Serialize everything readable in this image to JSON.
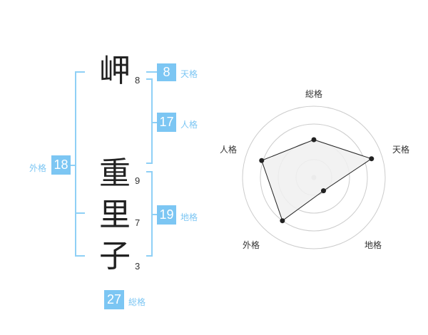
{
  "name": {
    "chars": [
      {
        "char": "岬",
        "strokes": "8"
      },
      {
        "char": "重",
        "strokes": "9"
      },
      {
        "char": "里",
        "strokes": "7"
      },
      {
        "char": "子",
        "strokes": "3"
      }
    ]
  },
  "fortune": {
    "tenkaku": {
      "value": "8",
      "label": "天格"
    },
    "jinkaku": {
      "value": "17",
      "label": "人格"
    },
    "chikaku": {
      "value": "19",
      "label": "地格"
    },
    "gaikaku": {
      "value": "18",
      "label": "外格"
    },
    "soukaku": {
      "value": "27",
      "label": "総格"
    }
  },
  "radar": {
    "axes": [
      "総格",
      "天格",
      "地格",
      "外格",
      "人格"
    ],
    "values": [
      0.53,
      0.85,
      0.23,
      0.75,
      0.77
    ],
    "rings": 4,
    "fill_color": "#f0f0f0",
    "stroke_color": "#222222",
    "grid_color": "#cccccc"
  }
}
